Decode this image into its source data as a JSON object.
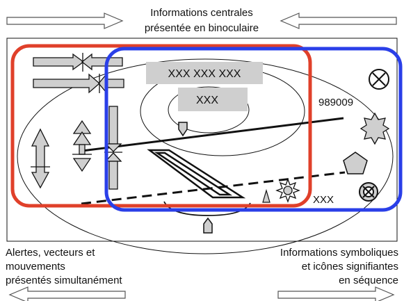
{
  "top_caption": {
    "line1": "Informations centrales",
    "line2": "présentée en binoculaire"
  },
  "bottom_left_caption": {
    "line1": "Alertes, vecteurs et",
    "line2": "mouvements",
    "line3": "présentés simultanément"
  },
  "bottom_right_caption": {
    "line1": "Informations symboliques",
    "line2": "et icônes signifiantes",
    "line3": "en séquence"
  },
  "display": {
    "top_box_text": "XXX XXX XXX",
    "center_box_text": "XXX",
    "readout_value": "989009",
    "bottom_right_text": "XXX"
  },
  "colors": {
    "left_zone": "#e0402a",
    "right_zone": "#2a3fe8",
    "gray_fill": "#cfcfcf",
    "outline": "#111111"
  },
  "icons": [
    "close-circle-icon",
    "starburst-icon",
    "pentagon-icon",
    "sun-icon",
    "prohibited-icon",
    "double-arrow-icon",
    "arrow-pointer-icon"
  ]
}
